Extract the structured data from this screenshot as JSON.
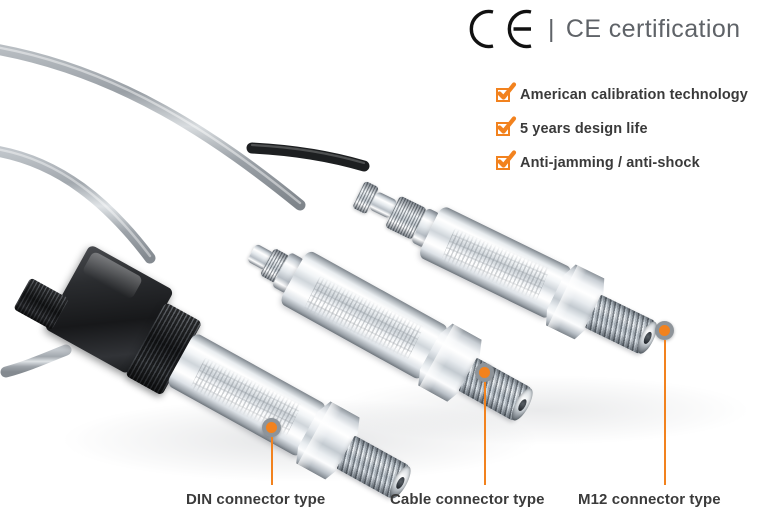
{
  "header": {
    "ce_mark_icon": "ce-mark-icon",
    "separator": "|",
    "title": "CE certification"
  },
  "features": [
    {
      "icon": "checkbox-checked-icon",
      "label": "American calibration technology"
    },
    {
      "icon": "checkbox-checked-icon",
      "label": "5 years design life"
    },
    {
      "icon": "checkbox-checked-icon",
      "label": "Anti-jamming / anti-shock"
    }
  ],
  "callouts": [
    {
      "label": "DIN connector type",
      "marker_icon": "callout-dot-icon"
    },
    {
      "label": "Cable connector type",
      "marker_icon": "callout-dot-icon"
    },
    {
      "label": "M12 connector type",
      "marker_icon": "callout-dot-icon"
    }
  ],
  "products": [
    {
      "name": "din-connector-pressure-transmitter"
    },
    {
      "name": "cable-connector-pressure-transmitter"
    },
    {
      "name": "m12-connector-pressure-transmitter"
    }
  ],
  "colors": {
    "accent_orange": "#F2821E",
    "label_text": "#3b3b3b",
    "feature_text": "#3a3a3a",
    "title_text": "#5f6368",
    "background": "#ffffff"
  }
}
